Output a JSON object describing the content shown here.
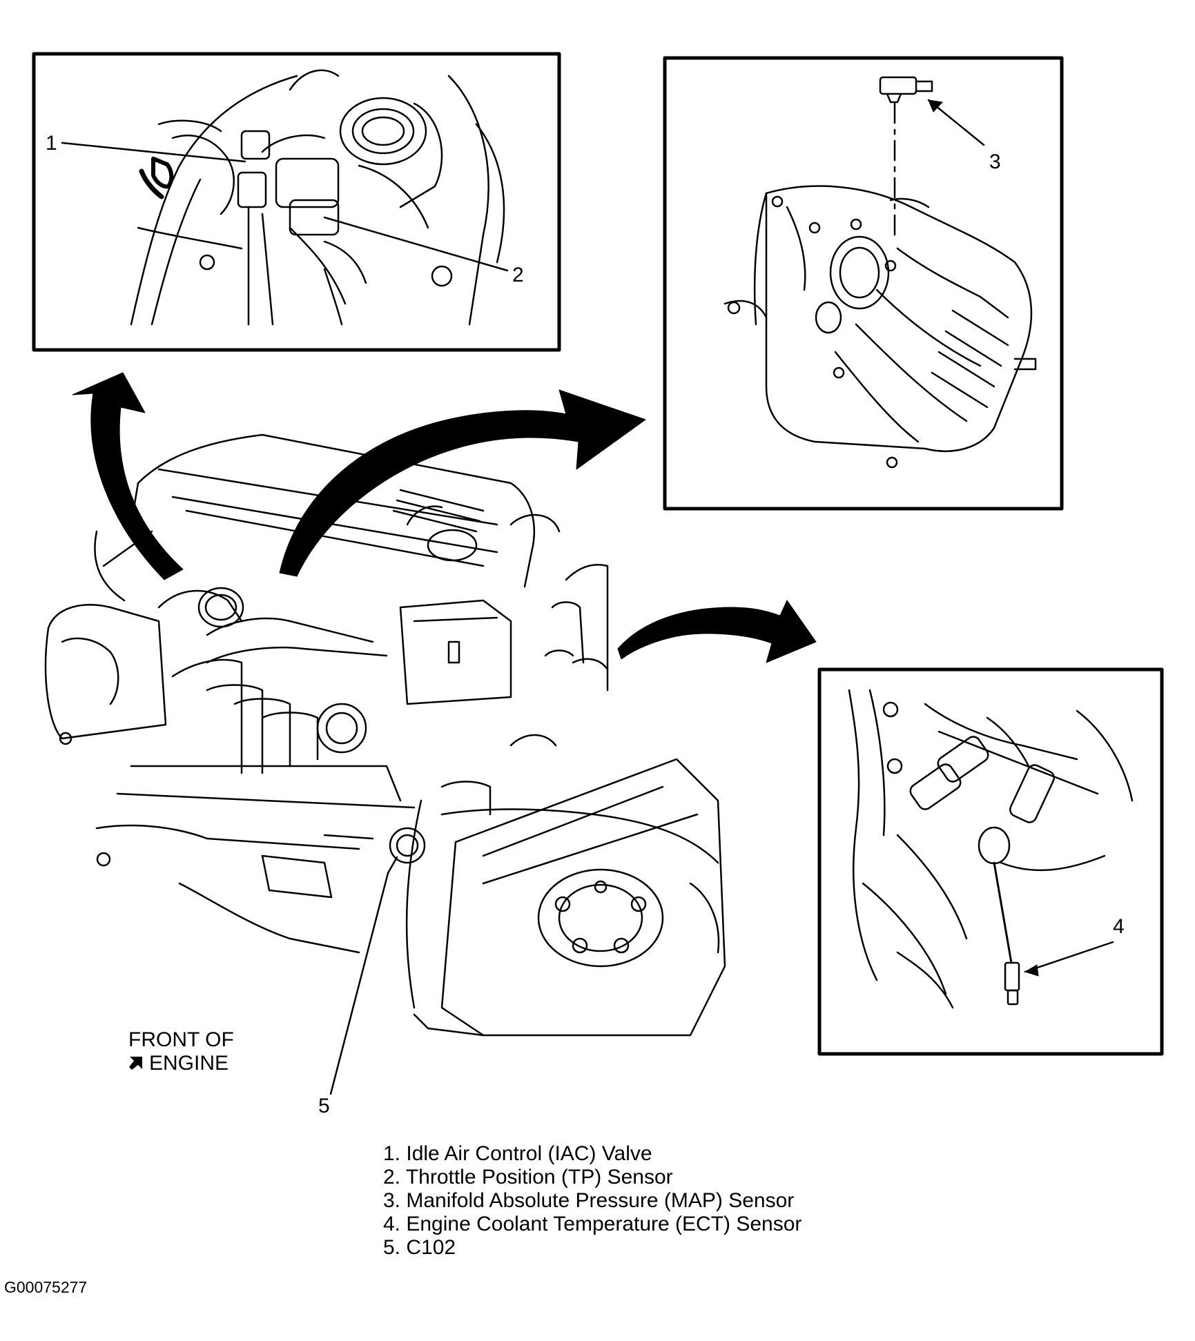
{
  "callouts": {
    "c1": "1",
    "c2": "2",
    "c3": "3",
    "c4": "4",
    "c5": "5"
  },
  "front_label": {
    "line1": "FRONT OF",
    "line2": "ENGINE",
    "arrow_icon": "front-arrow-icon"
  },
  "legend": [
    "1. Idle Air Control (IAC) Valve",
    "2. Throttle Position (TP) Sensor",
    "3. Manifold Absolute Pressure (MAP) Sensor",
    "4. Engine Coolant Temperature (ECT) Sensor",
    "5. C102"
  ],
  "figure_id": "G00075277",
  "colors": {
    "line": "#000000",
    "background": "#ffffff"
  }
}
